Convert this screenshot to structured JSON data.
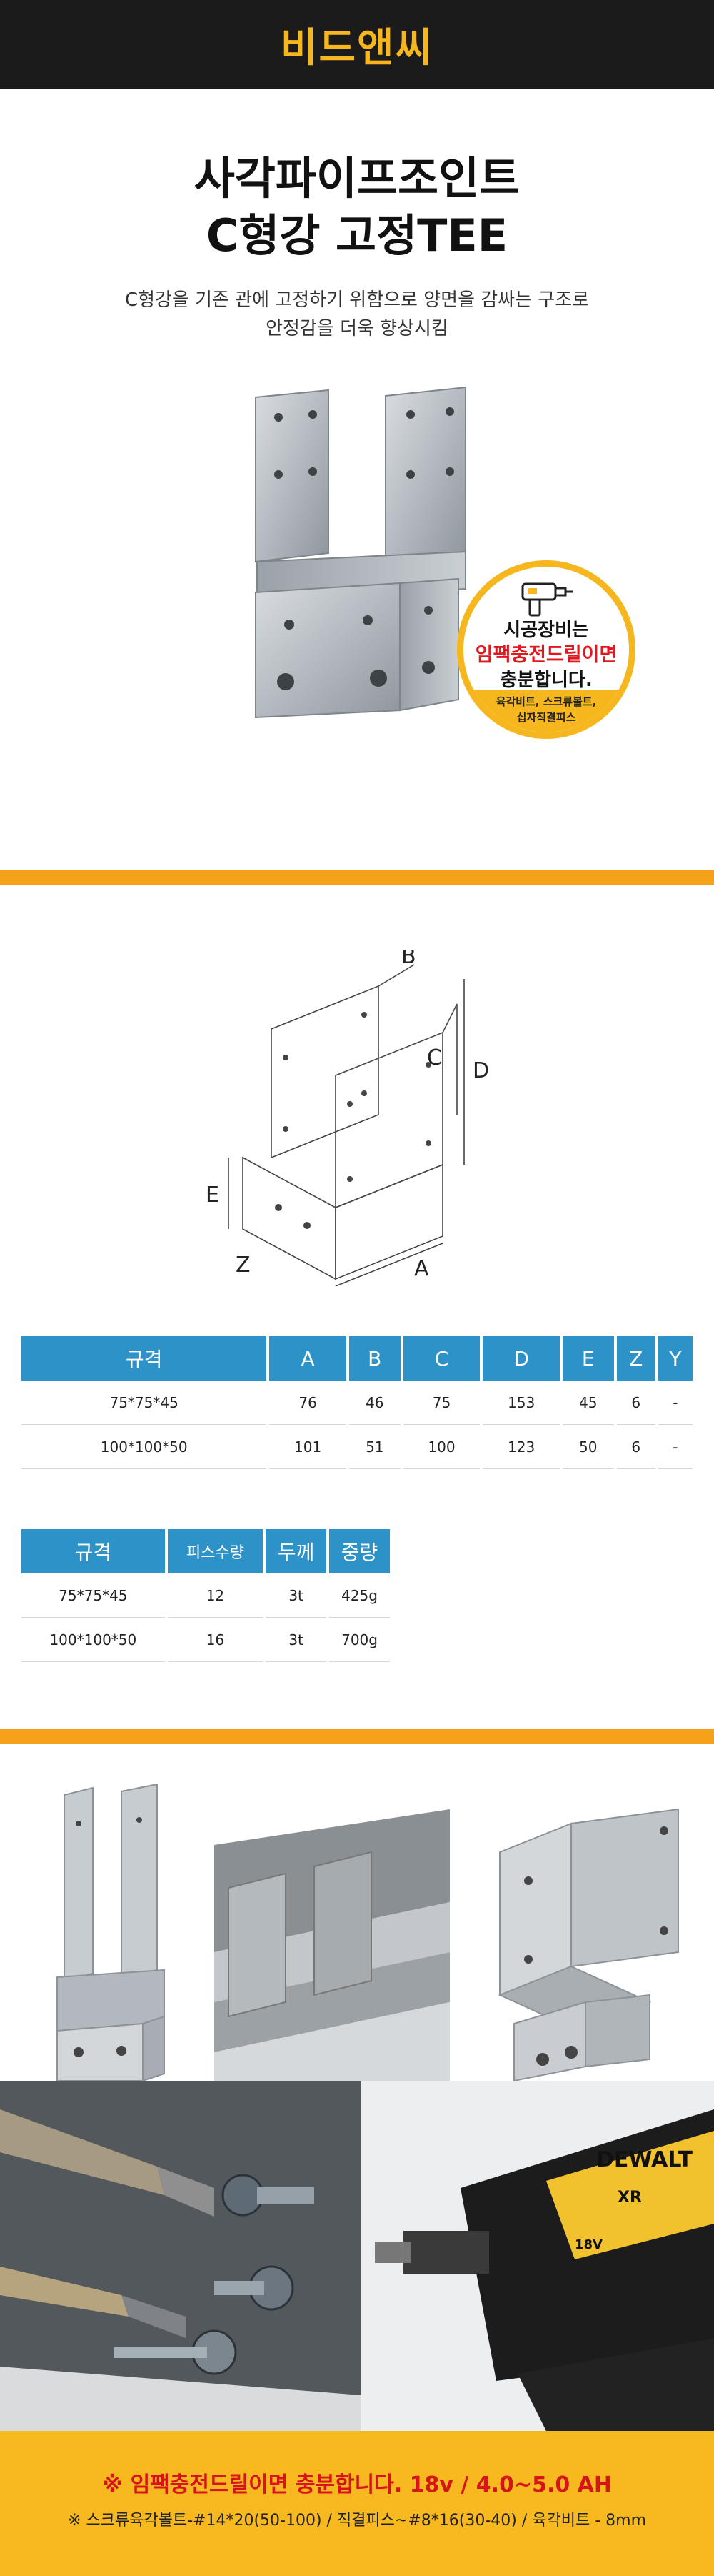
{
  "header": {
    "brand": "비드앤씨"
  },
  "hero": {
    "title_line1": "사각파이프조인트",
    "title_line2": "C형강 고정TEE",
    "desc_line1": "C형강을 기존 관에 고정하기 위함으로 양면을 감싸는 구조로",
    "desc_line2": "안정감을 더욱 향상시킴"
  },
  "badge": {
    "line1": "시공장비는",
    "line2": "임팩충전드릴이면",
    "line3": "충분합니다.",
    "foot1": "육각비트, 스크류볼트,",
    "foot2": "십자직결피스",
    "icon": "impact-drill-icon"
  },
  "diagram": {
    "labels": {
      "A": "A",
      "B": "B",
      "C": "C",
      "D": "D",
      "E": "E",
      "Z": "Z"
    }
  },
  "table1": {
    "headers": [
      "규격",
      "A",
      "B",
      "C",
      "D",
      "E",
      "Z",
      "Y"
    ],
    "rows": [
      [
        "75*75*45",
        "76",
        "46",
        "75",
        "153",
        "45",
        "6",
        "-"
      ],
      [
        "100*100*50",
        "101",
        "51",
        "100",
        "123",
        "50",
        "6",
        "-"
      ]
    ]
  },
  "table2": {
    "headers": [
      "규격",
      "피스수량",
      "두께",
      "중량"
    ],
    "rows": [
      [
        "75*75*45",
        "12",
        "3t",
        "425g"
      ],
      [
        "100*100*50",
        "16",
        "3t",
        "700g"
      ]
    ]
  },
  "photos": {
    "drill_brand": "DEWALT",
    "drill_model": "XR",
    "drill_volt": "18V"
  },
  "footer": {
    "line1": "※ 임팩충전드릴이면 충분합니다. 18v / 4.0~5.0 AH",
    "line2": "※ 스크류육각볼트-#14*20(50-100) / 직결피스~#8*16(30-40) / 육각비트 - 8mm"
  },
  "colors": {
    "brand_yellow": "#f5b71d",
    "stripe": "#f5a21a",
    "table_header": "#2d92c8",
    "accent_red": "#e0181f"
  }
}
